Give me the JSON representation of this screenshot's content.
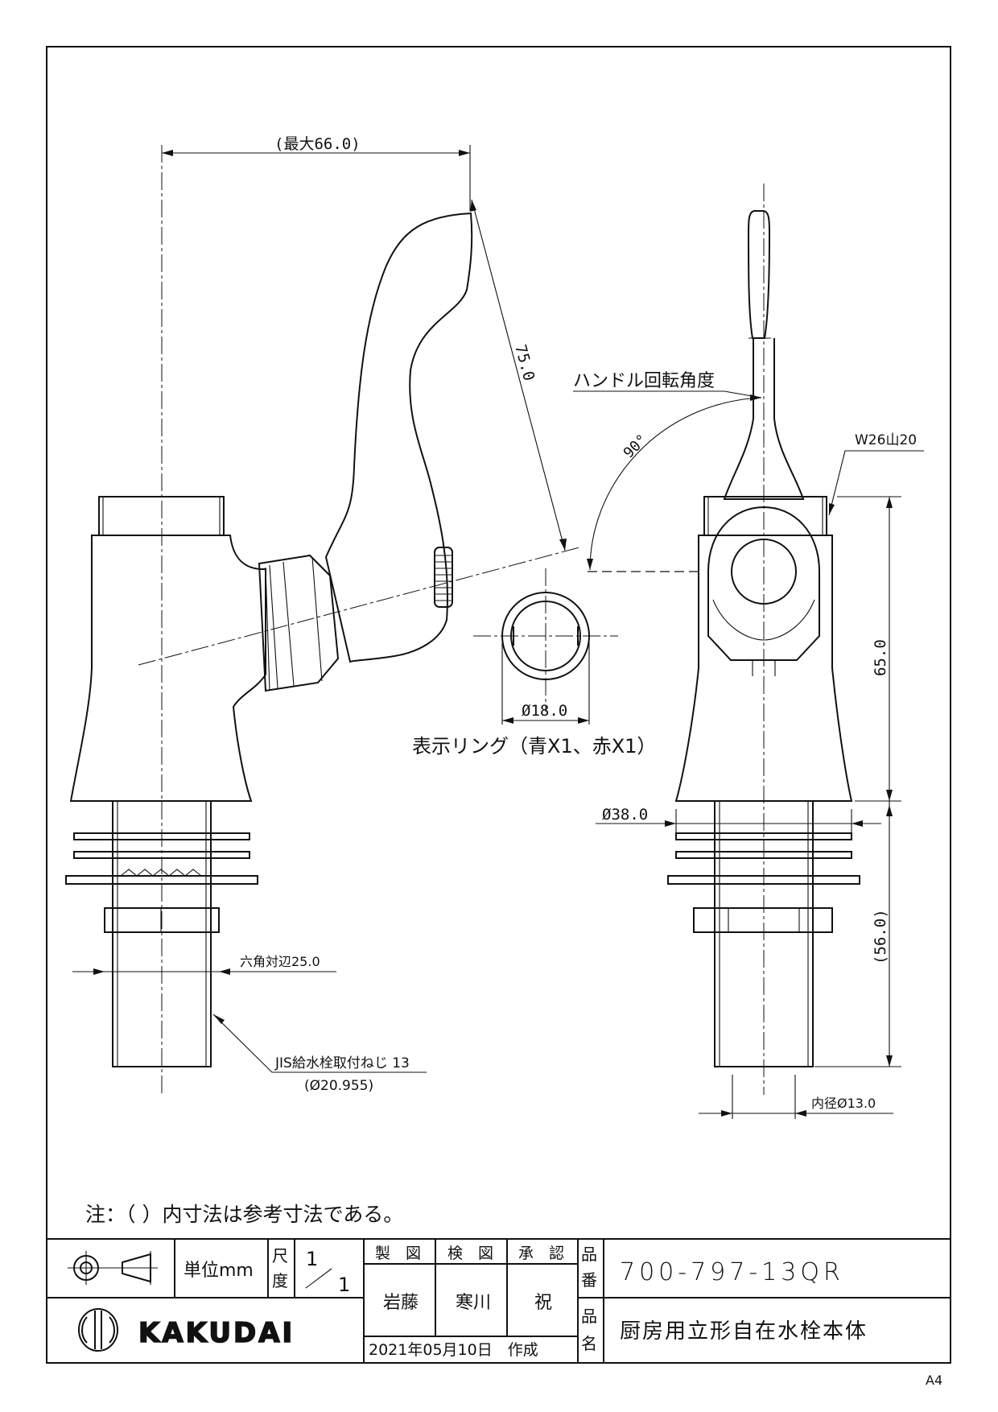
{
  "dimensions": {
    "max_width": "(最大66.0)",
    "length_75": "75.0",
    "handle_angle_label": "ハンドル回転角度",
    "angle_90": "90°",
    "thread_w26": "W26山20",
    "height_65": "65.0",
    "ring_dia": "Ø18.0",
    "ring_note": "表示リング（青X1、赤X1）",
    "dia_38": "Ø38.0",
    "height_56": "(56.0)",
    "hex_25": "六角対辺25.0",
    "jis_thread": "JIS給水栓取付ねじ 13",
    "jis_dia": "(Ø20.955)",
    "inner_dia": "内径Ø13.0"
  },
  "note": "注：（ ）内寸法は参考寸法である。",
  "title_block": {
    "unit_label": "単位mm",
    "scale_label_1": "尺",
    "scale_label_2": "度",
    "scale_num": "1",
    "scale_den": "1",
    "drawn_label": "製　図",
    "checked_label": "検　図",
    "approved_label": "承　認",
    "drawn_by": "岩藤",
    "checked_by": "寒川",
    "approved_by": "祝",
    "date": "2021年05月10日　作成",
    "part_no_label_1": "品",
    "part_no_label_2": "番",
    "part_number": "700-797-13QR",
    "name_label_1": "品",
    "name_label_2": "名",
    "product_name": "厨房用立形自在水栓本体",
    "brand": "KAKUDAI"
  },
  "paper_size": "A4"
}
